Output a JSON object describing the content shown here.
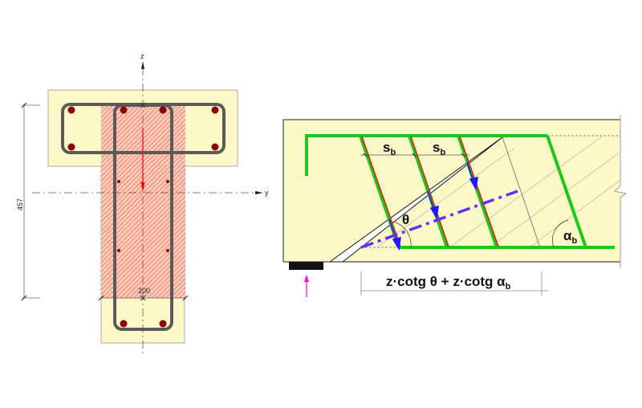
{
  "section": {
    "axis_z": "z",
    "axis_y": "y",
    "height_dim": "457",
    "width_dim": "200"
  },
  "elevation": {
    "spacing_1": {
      "main": "s",
      "sub": "b"
    },
    "spacing_2": {
      "main": "s",
      "sub": "b"
    },
    "theta": "θ",
    "alpha": {
      "main": "α",
      "sub": "b"
    },
    "length_dim": {
      "main": "z·cotg θ + z·cotg α",
      "sub": "b"
    }
  },
  "colors": {
    "concrete": "#fdf8c8",
    "stirrup": "#19c819",
    "stress": "#ff0000",
    "force": "#1a1aff",
    "strut": "#6a2cff",
    "reaction": "#ff00ff",
    "rebar": "#8b0000"
  }
}
